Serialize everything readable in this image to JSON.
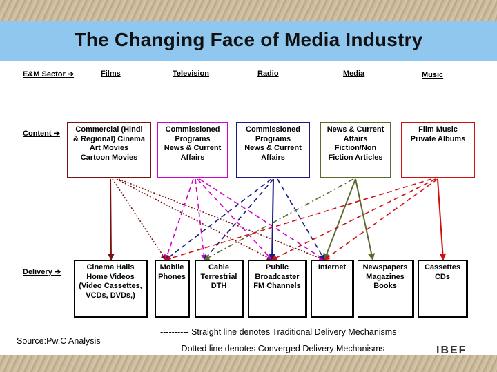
{
  "title": "The Changing Face of Media Industry",
  "row_labels": {
    "sector": "E&M Sector",
    "content": "Content",
    "delivery": "Delivery"
  },
  "sectors": [
    "Films",
    "Television",
    "Radio",
    "Media",
    "Music"
  ],
  "content_boxes": [
    {
      "text": "Commercial (Hindi\n& Regional) Cinema\nArt Movies\nCartoon Movies",
      "color": "#7b1010"
    },
    {
      "text": "Commissioned\nPrograms\nNews & Current\nAffairs",
      "color": "#d000d0"
    },
    {
      "text": "Commissioned\nPrograms\nNews & Current\nAffairs",
      "color": "#1a1a80"
    },
    {
      "text": "News & Current\nAffairs\nFiction/Non\nFiction Articles",
      "color": "#5a6b30"
    },
    {
      "text": "Film Music\nPrivate Albums",
      "color": "#d01010"
    }
  ],
  "delivery_boxes": [
    "Cinema Halls\nHome Videos\n(Video Cassettes,\nVCDs, DVDs,)",
    "Mobile\nPhones",
    "Cable\nTerrestrial\nDTH",
    "Public\nBroadcaster\nFM Channels",
    "Internet",
    "Newspapers\nMagazines\nBooks",
    "Cassettes\nCDs"
  ],
  "legend": {
    "straight": "---------- Straight line denotes Traditional Delivery Mechanisms",
    "dotted": "- - - - Dotted line denotes Converged  Delivery Mechanisms"
  },
  "source": "Source:Pw.C Analysis",
  "logo": "IBEF",
  "colors": {
    "films": "#7b1010",
    "television": "#d000d0",
    "radio": "#1a1a80",
    "media": "#5a6b30",
    "music": "#d01010",
    "title_bar": "#8fc7ee"
  },
  "connections": [
    {
      "from": 0,
      "to": 0,
      "style": "solid"
    },
    {
      "from": 0,
      "to": 1,
      "style": "dotted"
    },
    {
      "from": 0,
      "to": 3,
      "style": "dotted"
    },
    {
      "from": 0,
      "to": 4,
      "style": "dotted"
    },
    {
      "from": 1,
      "to": 1,
      "style": "dashed"
    },
    {
      "from": 1,
      "to": 2,
      "style": "dashed"
    },
    {
      "from": 1,
      "to": 3,
      "style": "dashed"
    },
    {
      "from": 1,
      "to": 4,
      "style": "dashed"
    },
    {
      "from": 2,
      "to": 1,
      "style": "dashed"
    },
    {
      "from": 2,
      "to": 2,
      "style": "dashed"
    },
    {
      "from": 2,
      "to": 3,
      "style": "solid"
    },
    {
      "from": 2,
      "to": 4,
      "style": "dashed"
    },
    {
      "from": 3,
      "to": 2,
      "style": "dashdot"
    },
    {
      "from": 3,
      "to": 4,
      "style": "solid"
    },
    {
      "from": 3,
      "to": 5,
      "style": "solid"
    },
    {
      "from": 4,
      "to": 1,
      "style": "dashed"
    },
    {
      "from": 4,
      "to": 3,
      "style": "dashed"
    },
    {
      "from": 4,
      "to": 4,
      "style": "dashed"
    },
    {
      "from": 4,
      "to": 6,
      "style": "solid"
    }
  ]
}
